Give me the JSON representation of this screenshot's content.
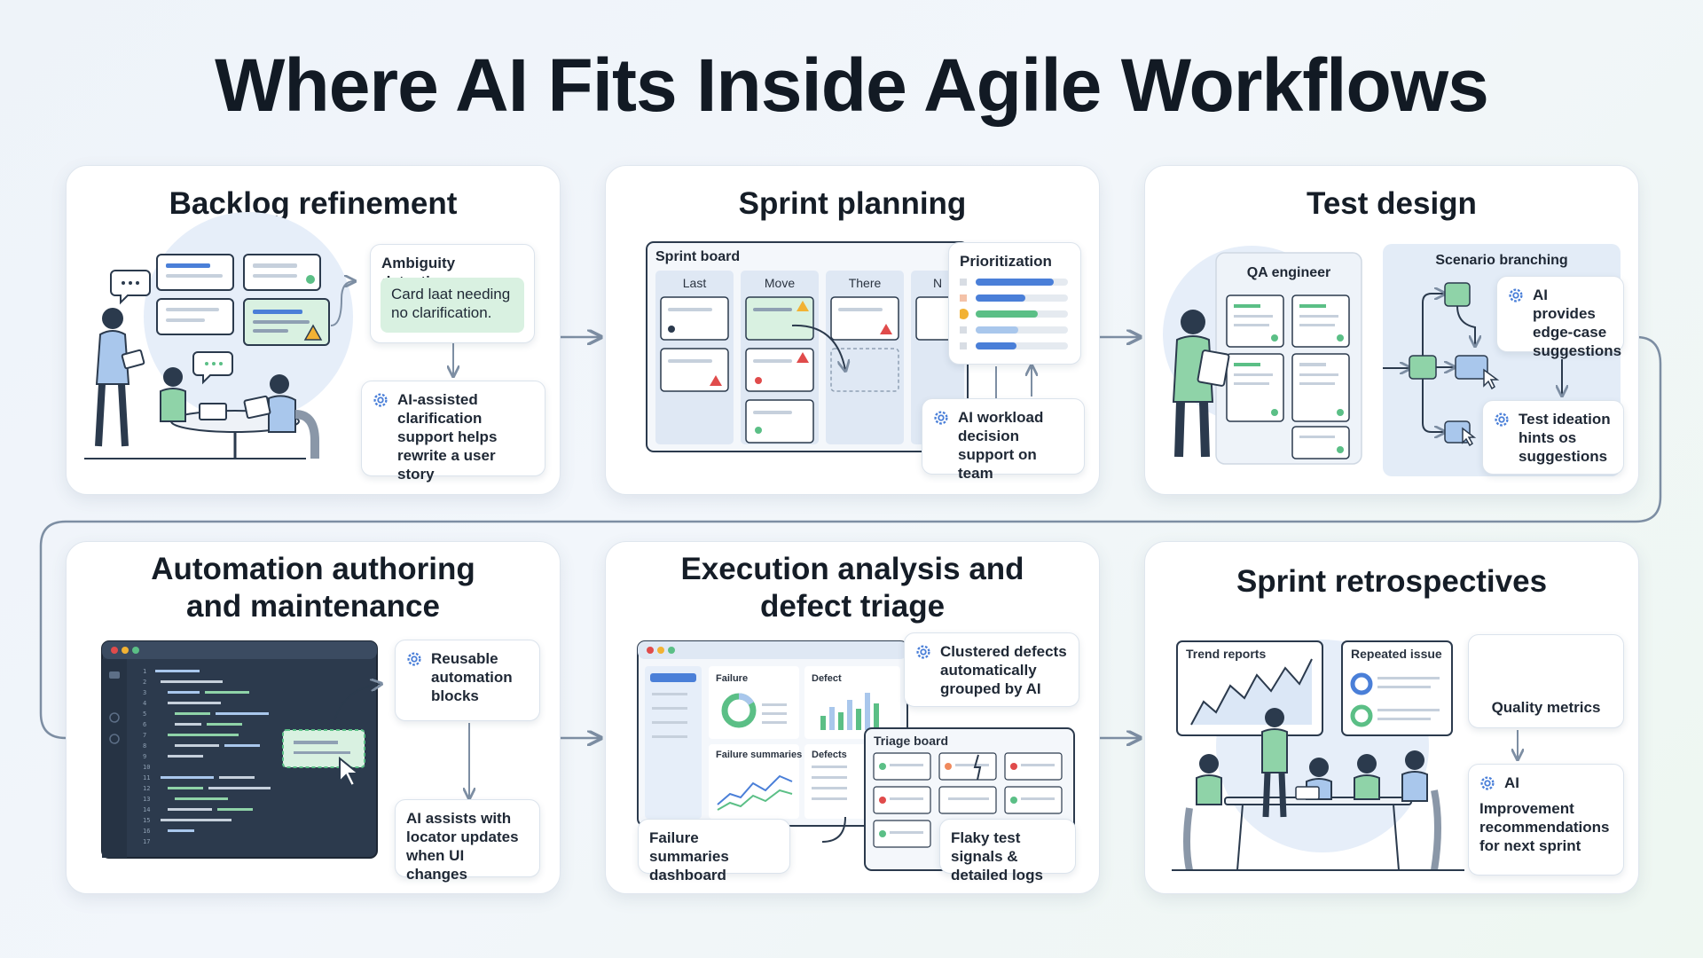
{
  "title": "Where AI Fits Inside Agile Workflows",
  "colors": {
    "accent_blue": "#4a7fd8",
    "accent_green": "#5bbf86",
    "warning": "#f2b233",
    "danger": "#e04b4b",
    "dark_editor": "#2c3a4d"
  },
  "panels": {
    "backlog": {
      "title": "Backlog refinement",
      "ambiguity_title": "Ambiguity detection",
      "ambiguity_note": "Card laat needing no clarification.",
      "ai_note": "AI-assisted clarification support helps rewrite a user story",
      "icons": [
        "chat-bubble-icon",
        "warning-icon",
        "gear-icon"
      ]
    },
    "sprint_planning": {
      "title": "Sprint planning",
      "board_title": "Sprint board",
      "columns": [
        "Last",
        "Move",
        "There",
        "N"
      ],
      "prioritization_title": "Prioritization",
      "ai_note": "AI workload decision support on team",
      "icons": [
        "warning-icon",
        "gear-icon"
      ]
    },
    "test_design": {
      "title": "Test design",
      "qa_label": "QA engineer",
      "branching_title": "Scenario branching",
      "edge_case_note": "AI provides edge-case suggestions",
      "ideation_note": "Test ideation hints os suggestions",
      "icons": [
        "gear-icon",
        "cursor-icon",
        "clipboard-icon"
      ]
    },
    "automation": {
      "title_line1": "Automation authoring",
      "title_line2": "and maintenance",
      "reusable_note": "Reusable automation blocks",
      "locator_note": "AI assists with locator updates when UI changes",
      "line_numbers": [
        "1",
        "2",
        "3",
        "4",
        "5",
        "6",
        "7",
        "8",
        "9",
        "10",
        "11",
        "12",
        "13",
        "14",
        "15",
        "16",
        "17"
      ],
      "icons": [
        "gear-icon",
        "cursor-icon"
      ]
    },
    "execution": {
      "title_line1": "Execution analysis and",
      "title_line2": "defect triage",
      "failure_label": "Failure",
      "defect_label": "Defect",
      "failure_summaries_label": "Failure summaries",
      "defects_label": "Defects",
      "clustered_note": "Clustered defects automatically grouped by AI",
      "triage_title": "Triage board",
      "dashboard_note": "Failure summaries dashboard",
      "flaky_note": "Flaky test signals & detailed logs",
      "icons": [
        "gear-icon",
        "bug-icon"
      ]
    },
    "retro": {
      "title": "Sprint retrospectives",
      "trend_label": "Trend reports",
      "repeated_label": "Repeated issue",
      "quality_label": "Quality metrics",
      "improve_line1": "AI",
      "improve_note": "Improvement recommendations for next sprint",
      "icons": [
        "gauge-icon",
        "gear-icon"
      ]
    }
  }
}
